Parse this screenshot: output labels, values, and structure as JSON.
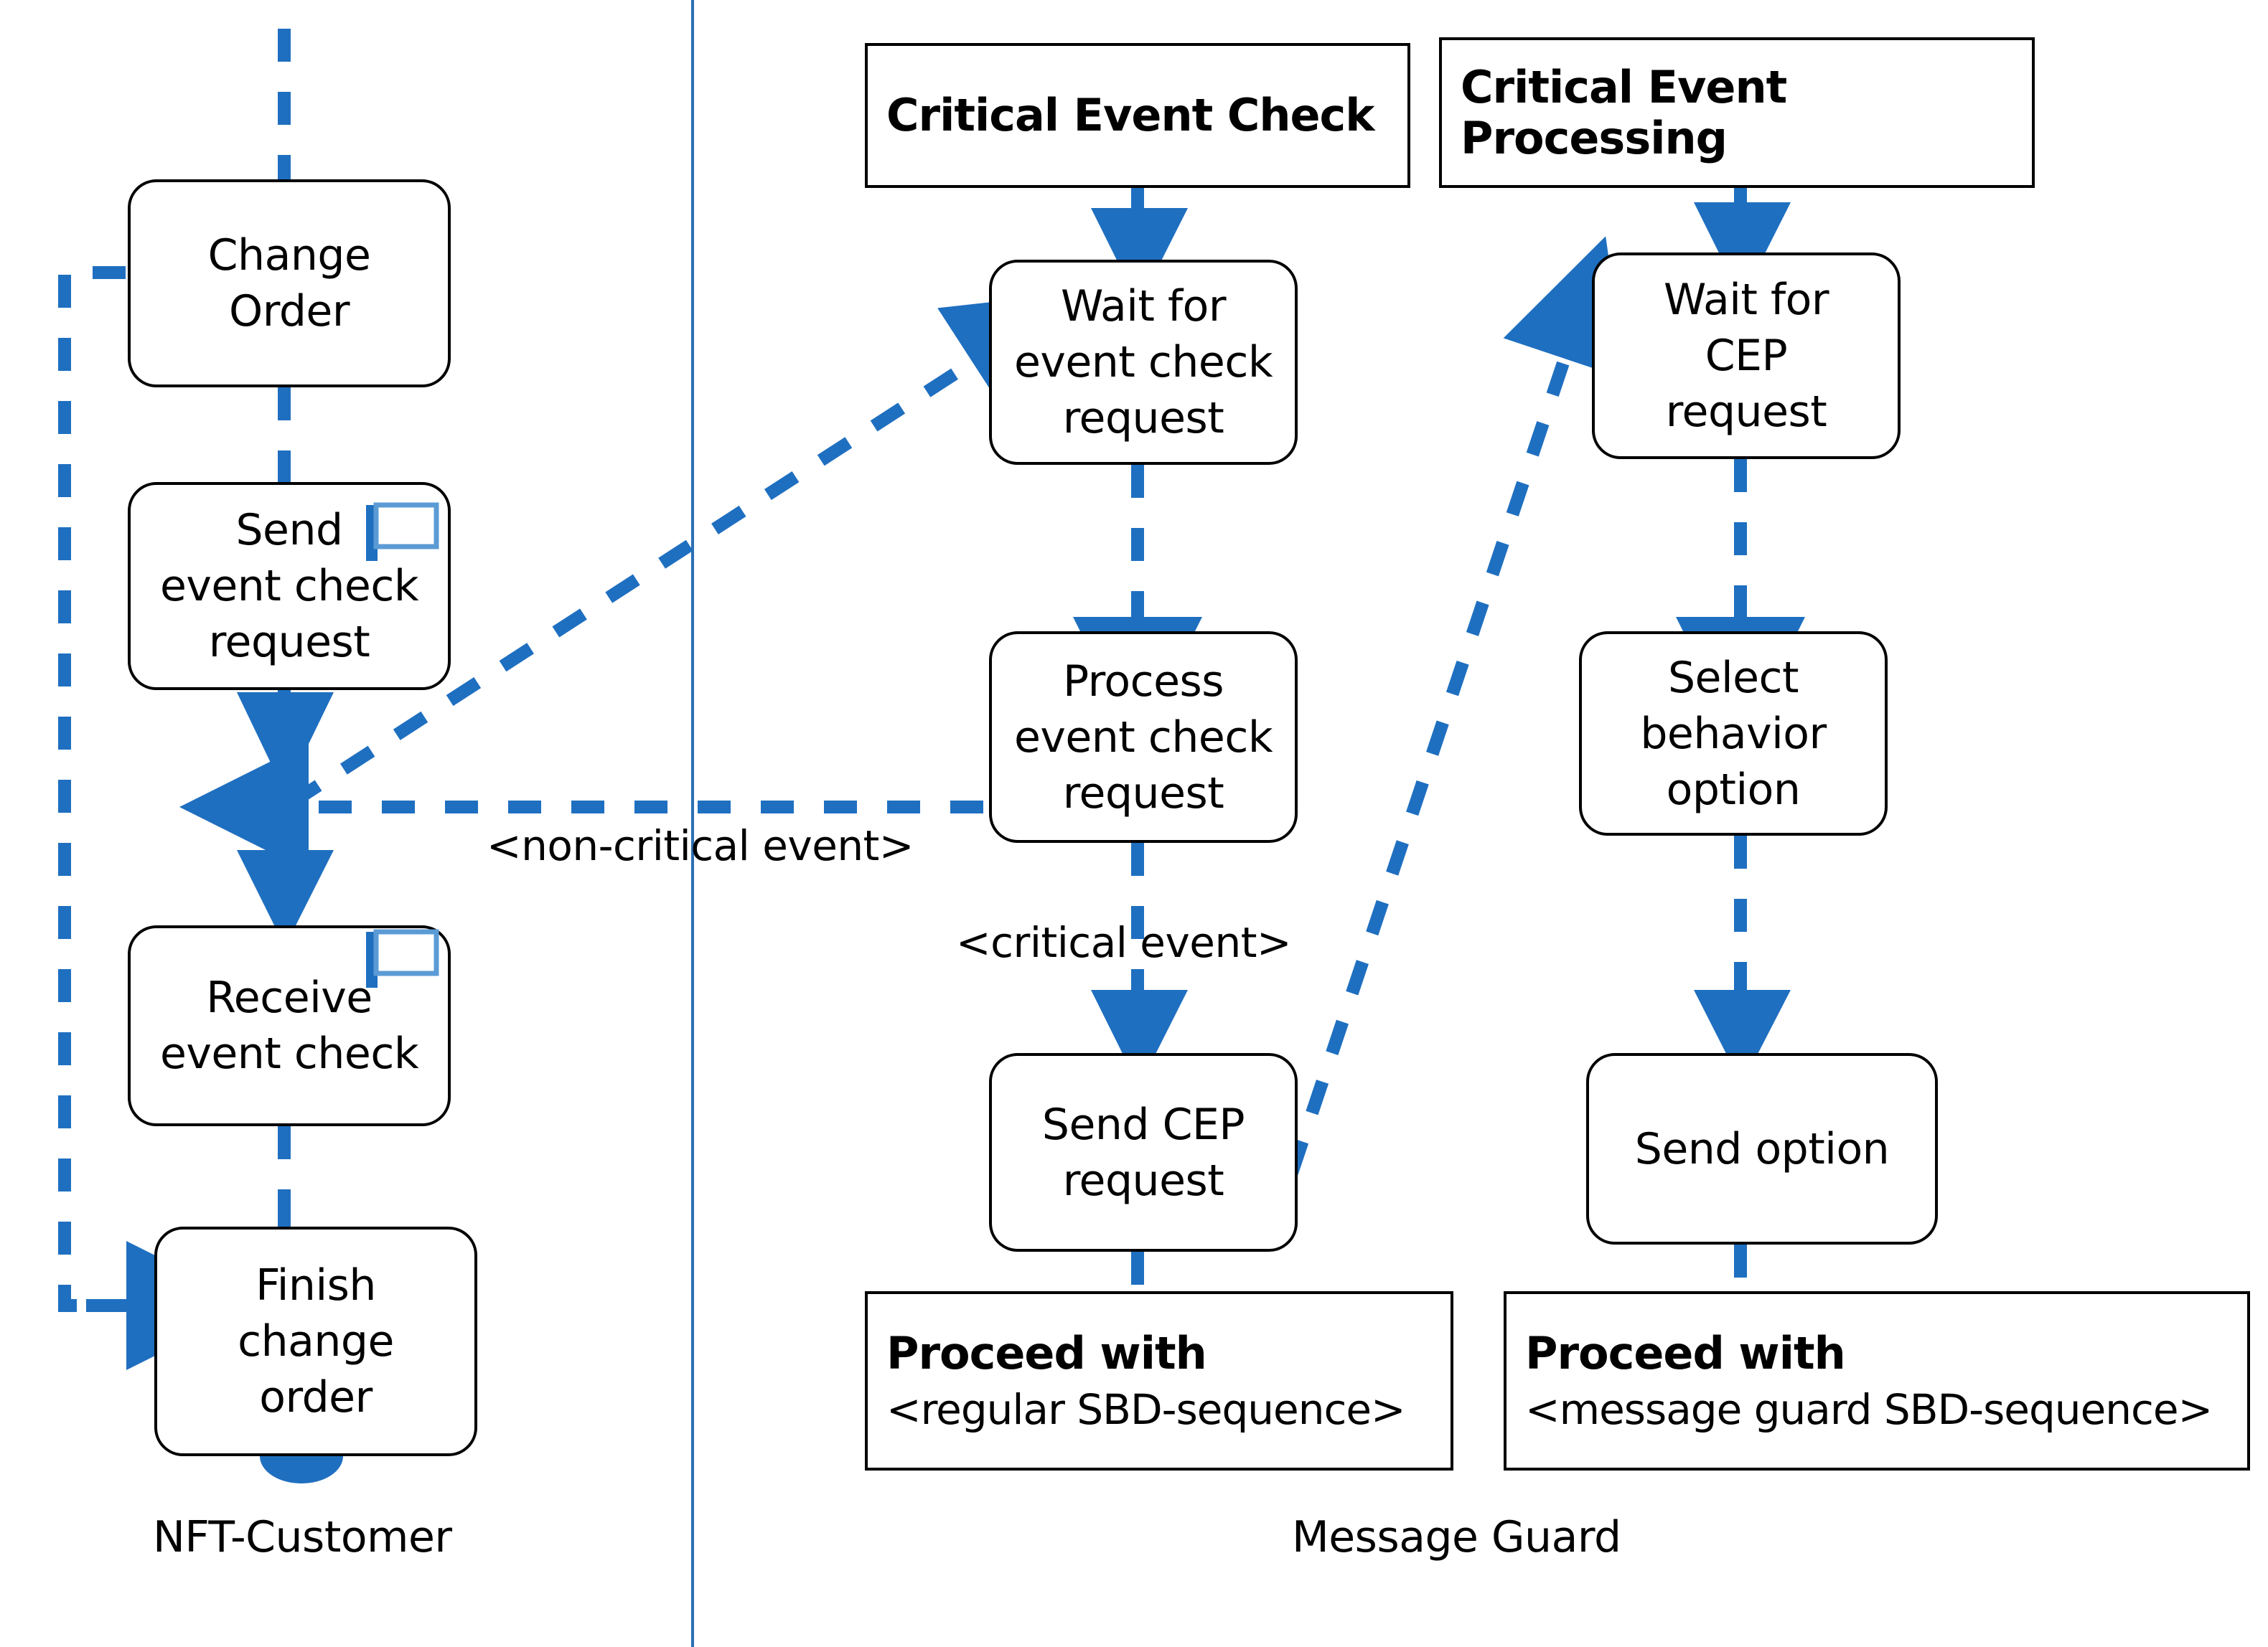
{
  "diagram": {
    "title": "Message Guard interaction overview diagram",
    "accent_color": "#1F6FC0",
    "line_color": "#000000",
    "background": "#ffffff"
  },
  "lanes": [
    {
      "id": "nft-customer",
      "label": "NFT-Customer"
    },
    {
      "id": "message-guard",
      "label": "Message Guard"
    }
  ],
  "panels": {
    "critical_event_check": {
      "title": "Critical Event Check"
    },
    "critical_event_processing": {
      "title": "Critical Event Processing"
    },
    "proceed_regular": {
      "title": "Proceed with",
      "subtitle": "<regular SBD-sequence>"
    },
    "proceed_guard": {
      "title": "Proceed with",
      "subtitle": "<message guard SBD-sequence>"
    }
  },
  "nodes": {
    "change_order": {
      "label": "Change\nOrder"
    },
    "send_event_check_request": {
      "label": "Send\nevent check\nrequest"
    },
    "receive_event_check": {
      "label": "Receive\nevent check"
    },
    "finish_change_order": {
      "label": "Finish\nchange\norder"
    },
    "wait_for_event_check_request": {
      "label": "Wait for\nevent check\nrequest"
    },
    "process_event_check_request": {
      "label": "Process\nevent check\nrequest"
    },
    "send_cep_request": {
      "label": "Send CEP\nrequest"
    },
    "wait_for_cep_request": {
      "label": "Wait for\nCEP\nrequest"
    },
    "select_behavior_option": {
      "label": "Select\nbehavior\noption"
    },
    "send_option": {
      "label": "Send option"
    }
  },
  "edge_labels": {
    "non_critical_event": "<non-critical event>",
    "critical_event": "<critical event>"
  },
  "icons": {
    "send_flag": "flag-icon",
    "receive_flag": "flag-icon",
    "end_node": "filled-circle-icon"
  }
}
